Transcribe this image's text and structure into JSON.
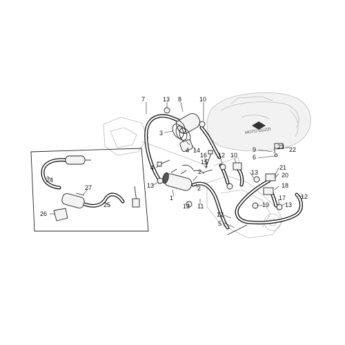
{
  "diagram": {
    "tank_lettering": "MOTO GUZZI",
    "callouts": [
      "7",
      "13",
      "8",
      "10",
      "3",
      "4",
      "14",
      "16",
      "15",
      "12",
      "10",
      "9",
      "23",
      "22",
      "6",
      "4",
      "2",
      "1",
      "13",
      "2",
      "13",
      "11",
      "21",
      "13",
      "20",
      "18",
      "12",
      "19",
      "13",
      "17",
      "5",
      "12",
      "24",
      "27",
      "25",
      "26"
    ]
  }
}
